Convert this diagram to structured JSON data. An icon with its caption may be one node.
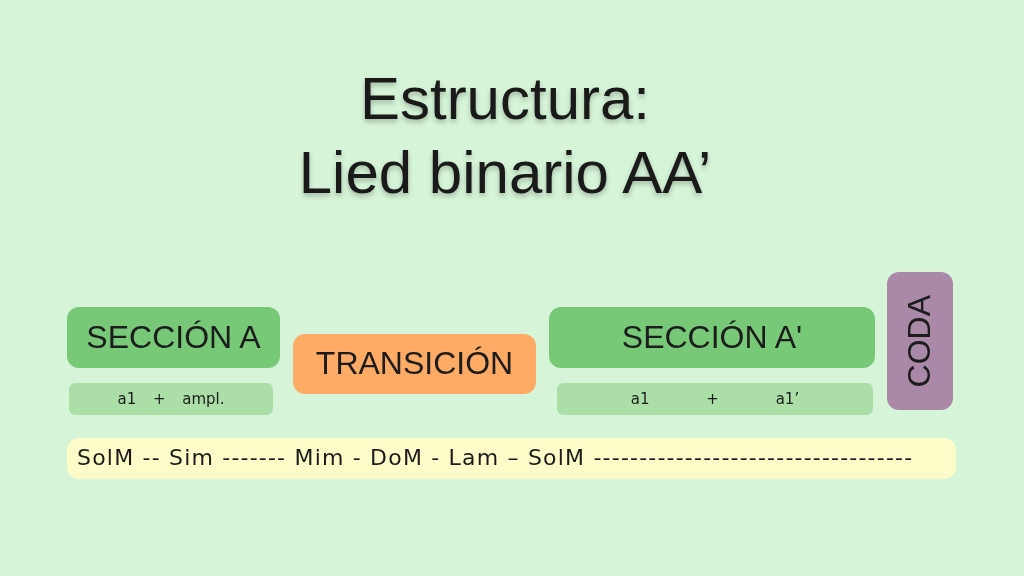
{
  "diagram": {
    "title": "Estructura: Lied binario AA’",
    "nodes": [
      {
        "text": [
          "SECCIÓN A"
        ]
      },
      {
        "text": [
          "a1 + ampl."
        ]
      },
      {
        "text": [
          "TRANSICIÓN"
        ]
      },
      {
        "text": [
          "SECCIÓN A'"
        ]
      },
      {
        "text": [
          "a1 + a1’"
        ]
      },
      {
        "text": [
          "CODA"
        ]
      },
      {
        "text": [
          "SolM -- Sim ------- Mim - DoM - Lam – SolM -----------------------------------"
        ]
      }
    ]
  }
}
